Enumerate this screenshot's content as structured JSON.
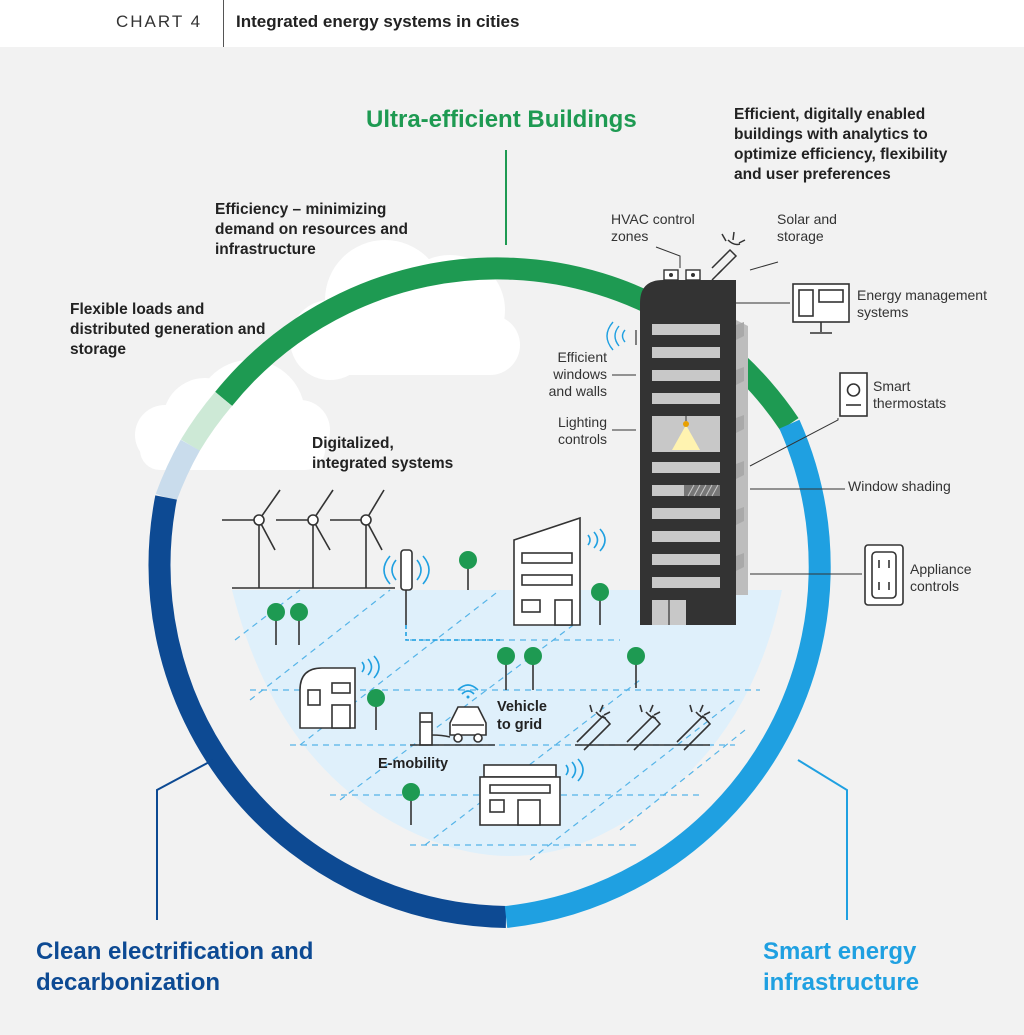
{
  "header": {
    "chart_number": "CHART 4",
    "title": "Integrated energy systems in cities"
  },
  "pillars": {
    "buildings": "Ultra-efficient Buildings",
    "electrification": "Clean electrification and decarbonization",
    "smart_infrastructure": "Smart energy infrastructure"
  },
  "themes": {
    "efficiency": "Efficiency – minimizing demand on resources and infrastructure",
    "flexible": "Flexible loads and distributed generation and storage",
    "digitalized": "Digitalized, integrated systems",
    "efficient_buildings": "Efficient, digitally enabled buildings with analytics to optimize efficiency, flexibility and user preferences"
  },
  "building_labels": {
    "hvac": "HVAC control zones",
    "solar": "Solar and storage",
    "energy_mgmt": "Energy management systems",
    "windows": "Efficient windows and walls",
    "lighting": "Lighting controls",
    "thermostats": "Smart thermostats",
    "shading": "Window shading",
    "appliance": "Appliance controls"
  },
  "city_labels": {
    "v2g": "Vehicle to grid",
    "emobility": "E-mobility"
  },
  "colors": {
    "green": "#1e9a52",
    "dark_blue": "#0d4a93",
    "light_blue": "#1fa0e1",
    "ground": "#dff0fb",
    "tower": "#333333"
  },
  "icons": [
    "wind-turbine-icon",
    "tree-icon",
    "house-icon",
    "solar-panel-icon",
    "car-icon",
    "charger-icon",
    "wifi-icon",
    "thermostat-icon",
    "outlet-icon",
    "monitor-icon"
  ]
}
